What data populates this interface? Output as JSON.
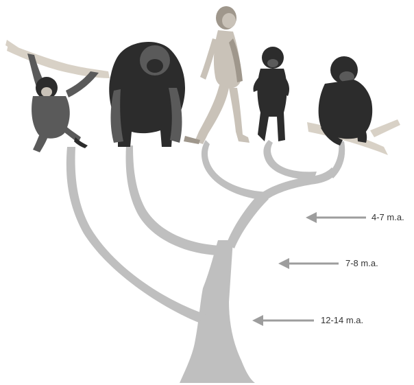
{
  "colors": {
    "tree": "#bfbfbf",
    "arrow": "#9d9d9d",
    "animal_dark": "#2c2c2c",
    "animal_mid": "#5a5a5a",
    "animal_light": "#8a8a8a",
    "human_skin": "#c9c2b8",
    "human_shade": "#9f978c",
    "vine": "#d8d1c6",
    "text": "#333333"
  },
  "species": [
    {
      "icon": "orangutan-icon"
    },
    {
      "icon": "gorilla-icon"
    },
    {
      "icon": "human-icon"
    },
    {
      "icon": "bonobo-icon"
    },
    {
      "icon": "chimpanzee-icon"
    }
  ],
  "divergence_labels": [
    {
      "text": "4-7 m.a."
    },
    {
      "text": "7-8 m.a."
    },
    {
      "text": "12-14 m.a."
    }
  ]
}
